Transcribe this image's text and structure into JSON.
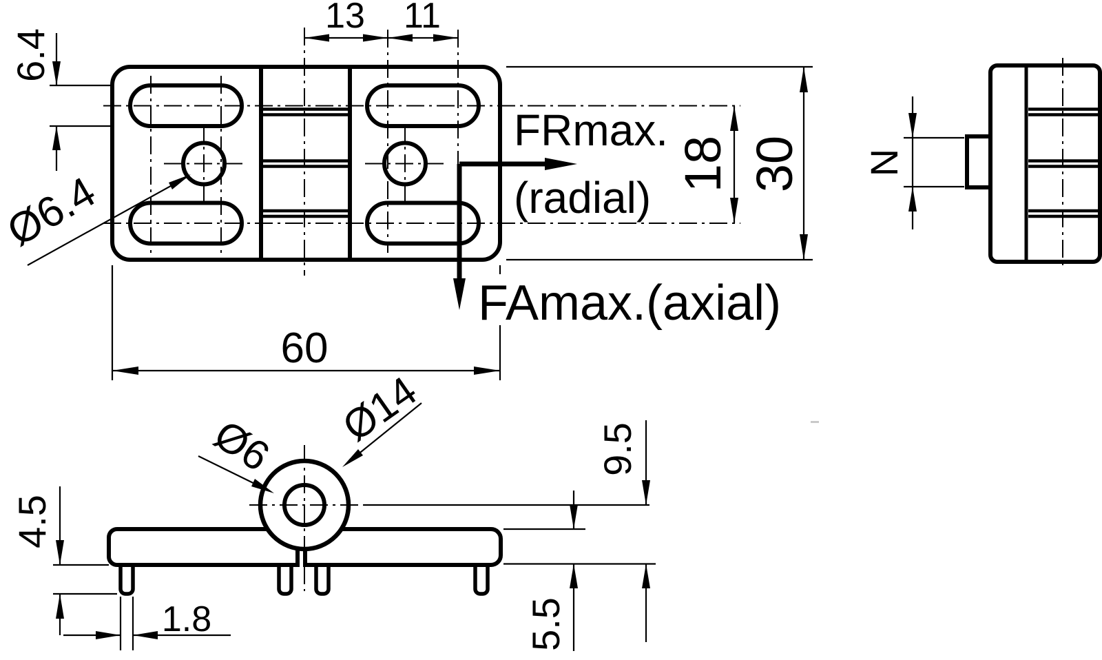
{
  "drawing": {
    "type": "engineering-dimension-drawing",
    "part": "hinge",
    "colors": {
      "background": "#ffffff",
      "line": "#000000",
      "stray_mark": "#c9c9c9"
    },
    "labels": {
      "slot_width": "6.4",
      "pitch_inner": "13",
      "pitch_outer": "11",
      "slot_hole_dia": "Ø6.4",
      "overall_width": "60",
      "row_spacing": "18",
      "overall_height": "30",
      "force_radial_title": "FRmax.",
      "force_radial_sub": "(radial)",
      "force_axial": "FAmax.(axial)",
      "side_tab_thickness": "N",
      "pin_hole_dia": "Ø6",
      "knuckle_dia": "Ø14",
      "pin_length": "4.5",
      "pin_width": "1.8",
      "axis_to_leaf_bottom": "9.5",
      "leaf_thickness": "5.5"
    }
  }
}
